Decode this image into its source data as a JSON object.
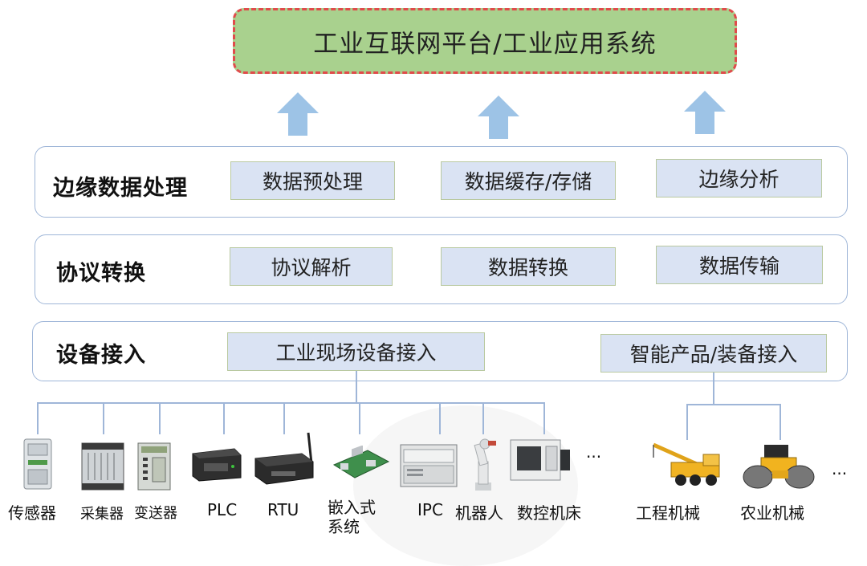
{
  "top": {
    "title": "工业互联网平台/工业应用系统"
  },
  "layers": [
    {
      "title": "边缘数据处理",
      "items": [
        "数据预处理",
        "数据缓存/存储",
        "边缘分析"
      ]
    },
    {
      "title": "协议转换",
      "items": [
        "协议解析",
        "数据转换",
        "数据传输"
      ]
    },
    {
      "title": "设备接入",
      "items": [
        "工业现场设备接入",
        "智能产品/装备接入"
      ]
    }
  ],
  "devices": {
    "labels": [
      "传感器",
      "采集器",
      "变送器",
      "PLC",
      "RTU",
      "嵌入式",
      "系统",
      "IPC",
      "机器人",
      "数控机床",
      "工程机械",
      "农业机械"
    ],
    "ellipsis": "···"
  },
  "colors": {
    "top_fill": "#a9d18e",
    "top_border": "#e04b4b",
    "arrow": "#9dc3e6",
    "sub_fill": "#dae3f3",
    "layer_border": "#9fb6d8"
  }
}
